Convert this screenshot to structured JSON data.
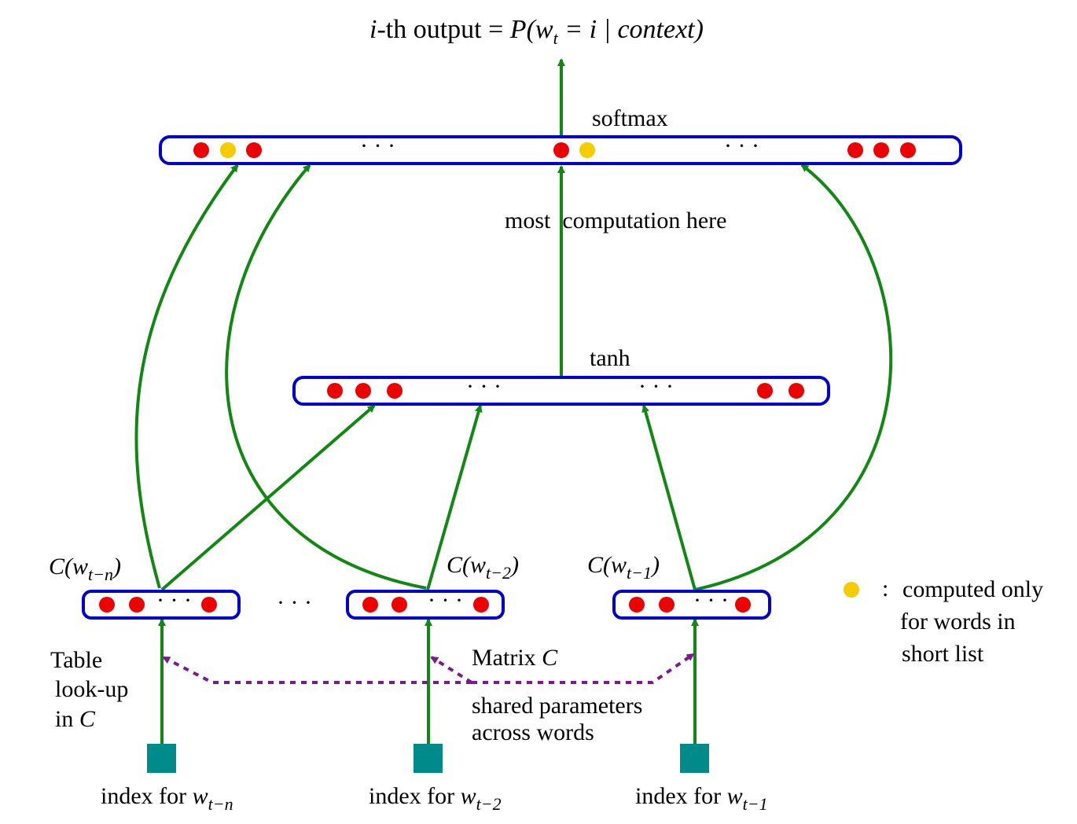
{
  "title": {
    "prefix_i": "i",
    "th_output": "-th output = ",
    "formula": "P(w",
    "formula_sub": "t",
    "formula_rest": " = i | context)"
  },
  "layers": {
    "softmax": {
      "label": "softmax",
      "ellipsis": [
        "· · ·",
        "· · ·"
      ]
    },
    "tanh": {
      "label": "tanh",
      "ellipsis": [
        "· · ·",
        "· · ·"
      ]
    },
    "most_computation": "most  computation here"
  },
  "embeddings": [
    {
      "label": "C(w",
      "sub": "t−n",
      "close": ")",
      "ellipsis": "· · ·"
    },
    {
      "label": "C(w",
      "sub": "t−2",
      "close": ")",
      "ellipsis": "· · ·"
    },
    {
      "label": "C(w",
      "sub": "t−1",
      "close": ")",
      "ellipsis": "· · ·"
    }
  ],
  "between_ellipsis": "· · ·",
  "indices": [
    {
      "label": "index for ",
      "var": "w",
      "sub": "t−n"
    },
    {
      "label": "index for ",
      "var": "w",
      "sub": "t−2"
    },
    {
      "label": "index for ",
      "var": "w",
      "sub": "t−1"
    }
  ],
  "table_lookup": {
    "line1": "Table",
    "line2": "look-up",
    "line3": "in ",
    "var": "C"
  },
  "matrix": {
    "label": "Matrix ",
    "var": "C"
  },
  "shared": {
    "line1": "shared parameters",
    "line2": "across words"
  },
  "legend": {
    "colon": ":",
    "line1": "computed only",
    "line2": "for words in",
    "line3": "short list"
  },
  "colors": {
    "box_stroke": "#0000d0",
    "arrow": "#118811",
    "unit_active": "#ee0000",
    "unit_shortlist": "#f5cc00",
    "index_square": "#008b8b",
    "shared_params": "#7a1a8c"
  }
}
